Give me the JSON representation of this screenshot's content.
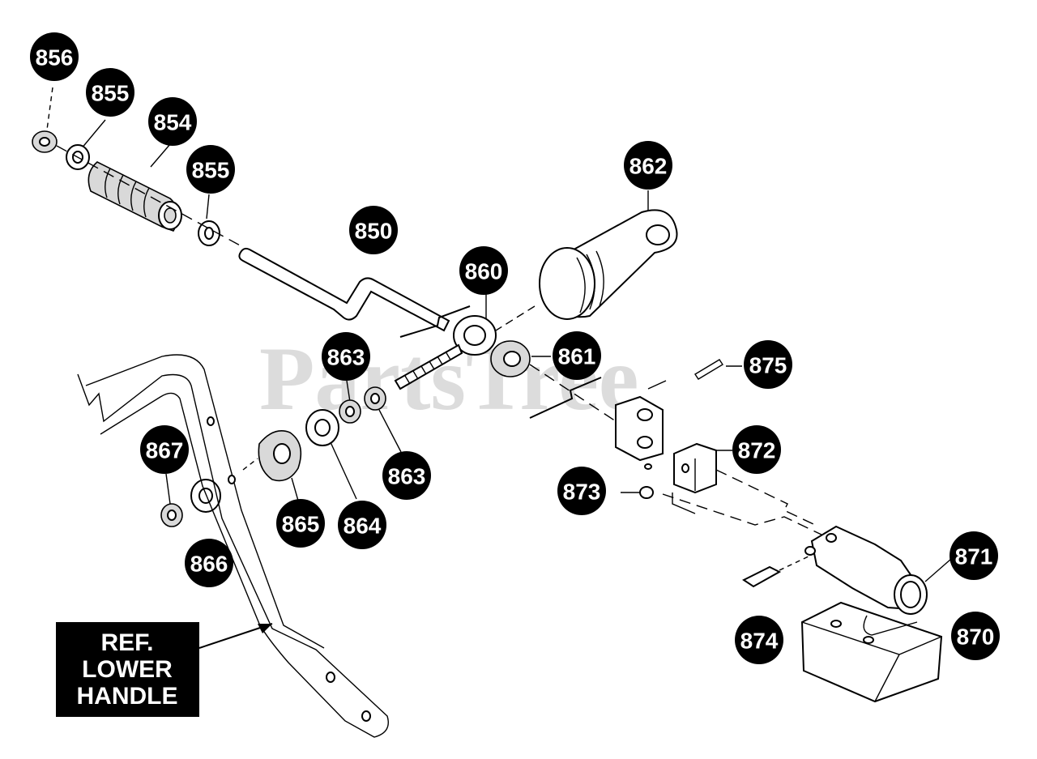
{
  "watermark": "PartsTree",
  "callouts": [
    {
      "id": "c856a",
      "label": "856"
    },
    {
      "id": "c855a",
      "label": "855"
    },
    {
      "id": "c854",
      "label": "854"
    },
    {
      "id": "c855b",
      "label": "855"
    },
    {
      "id": "c850",
      "label": "850"
    },
    {
      "id": "c862",
      "label": "862"
    },
    {
      "id": "c860",
      "label": "860"
    },
    {
      "id": "c861",
      "label": "861"
    },
    {
      "id": "c863a",
      "label": "863"
    },
    {
      "id": "c863b",
      "label": "863"
    },
    {
      "id": "c875",
      "label": "875"
    },
    {
      "id": "c872",
      "label": "872"
    },
    {
      "id": "c873",
      "label": "873"
    },
    {
      "id": "c867",
      "label": "867"
    },
    {
      "id": "c865",
      "label": "865"
    },
    {
      "id": "c864",
      "label": "864"
    },
    {
      "id": "c866",
      "label": "866"
    },
    {
      "id": "c871",
      "label": "871"
    },
    {
      "id": "c874",
      "label": "874"
    },
    {
      "id": "c870",
      "label": "870"
    }
  ],
  "reference_label": {
    "line1": "REF.",
    "line2": "LOWER",
    "line3": "HANDLE"
  }
}
